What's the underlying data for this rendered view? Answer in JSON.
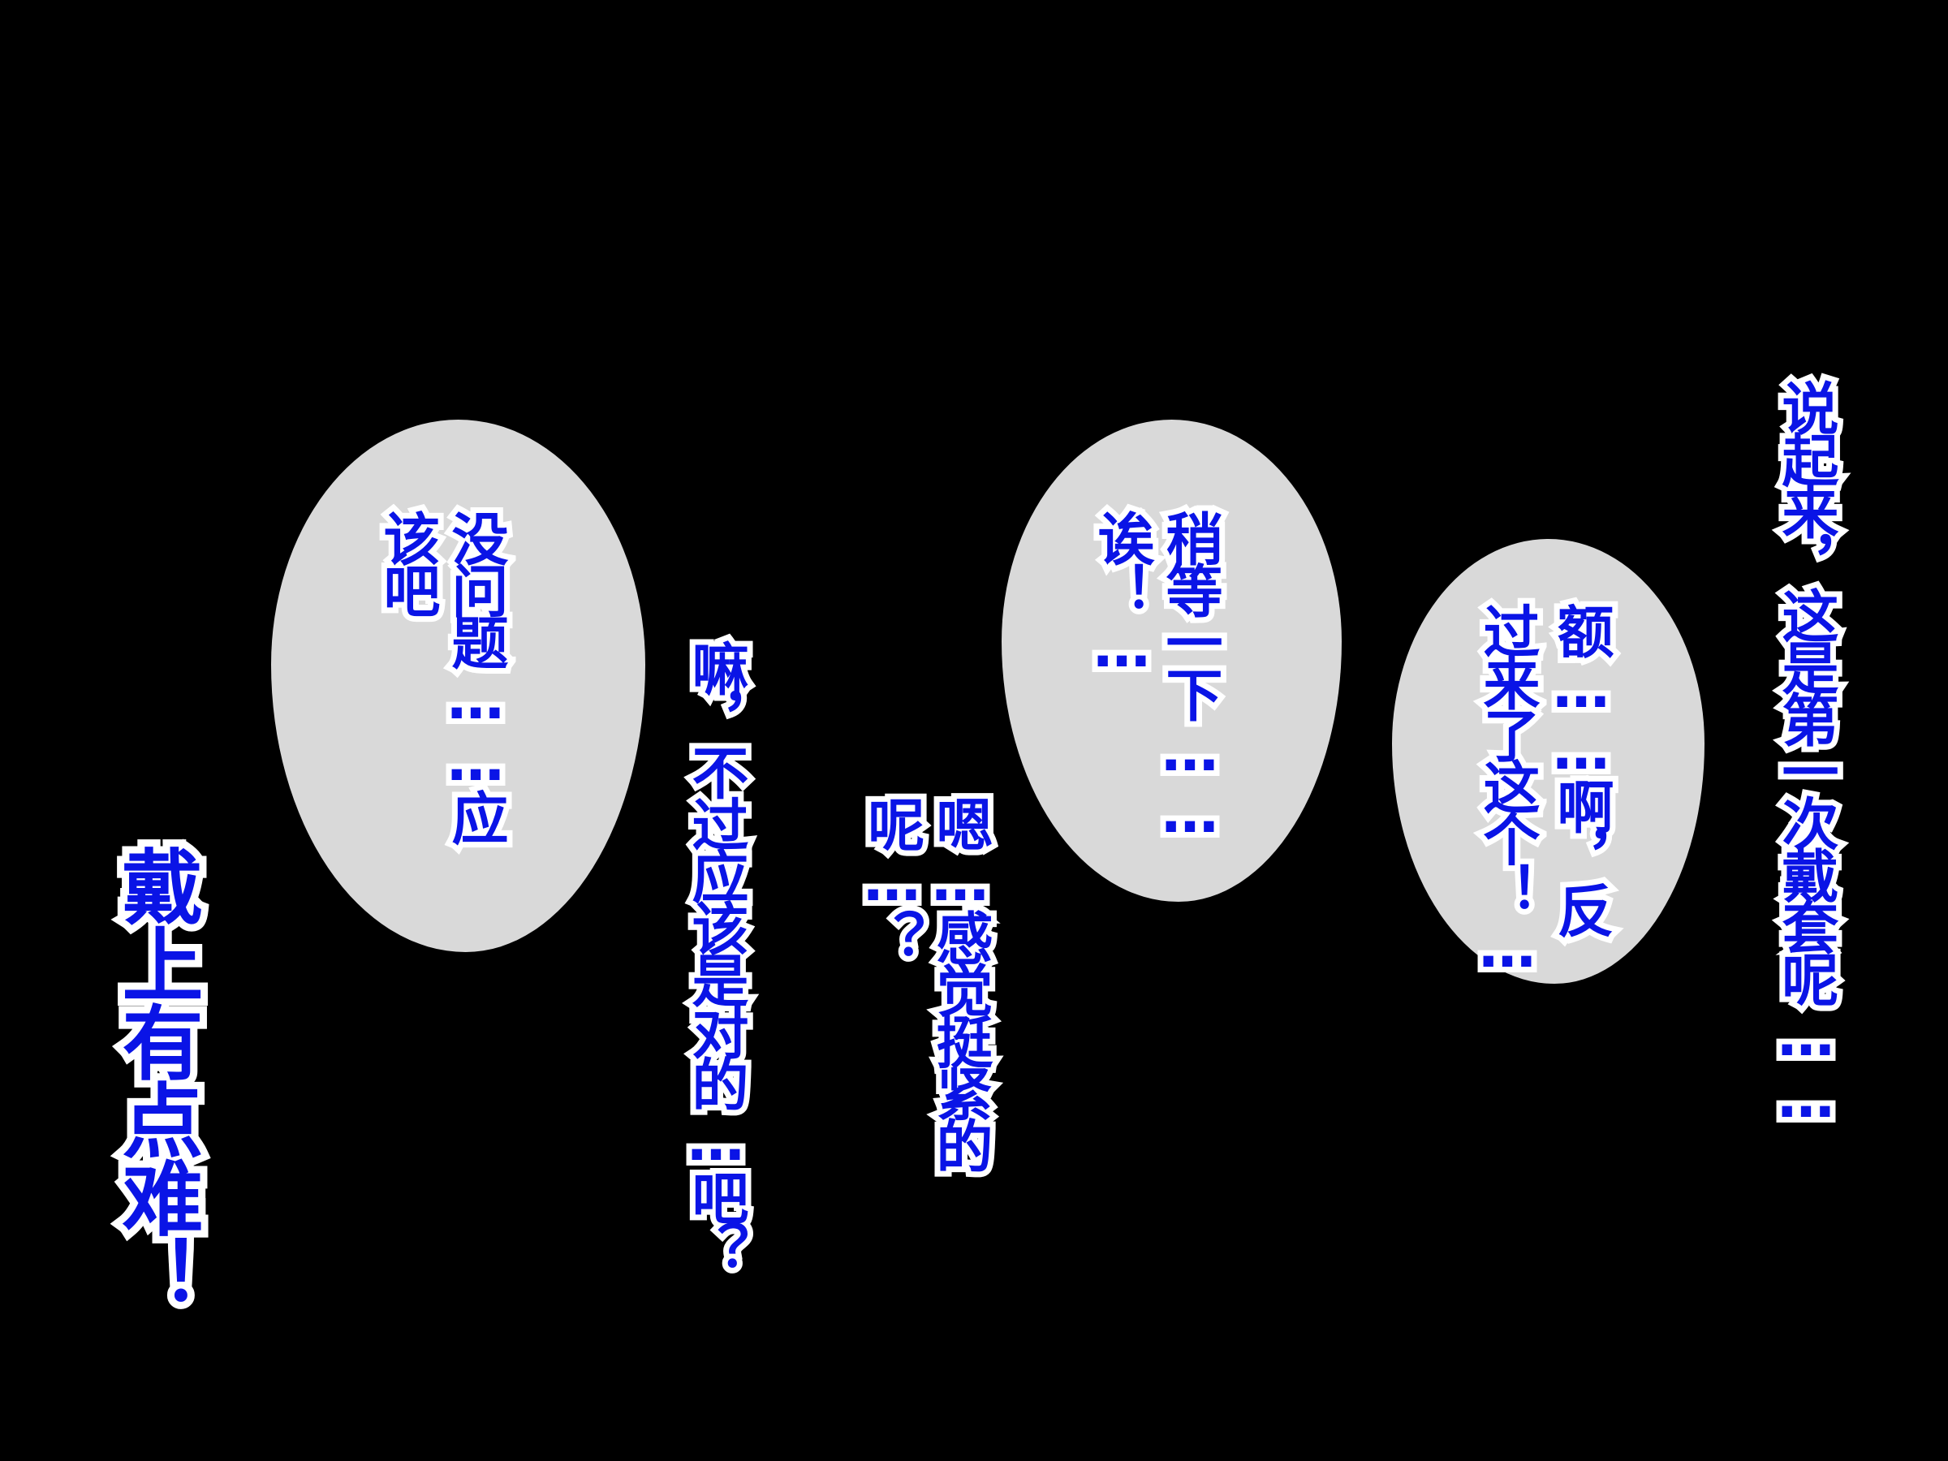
{
  "colors": {
    "text": "#0a14e6",
    "outline": "#ffffff",
    "bubble": "#d9d9d9",
    "background": "#000000"
  },
  "lines": {
    "right_caption": "说起来，这是第一次戴套呢……",
    "right_bubble_col1": "额……啊，反",
    "right_bubble_col2": "过来了这个！…",
    "middle_bubble_col1": "稍等一下……",
    "middle_bubble_col2": "诶！…",
    "mid_caption_col1": "嗯…感觉挺紧的",
    "mid_caption_col2": "呢…？",
    "center_caption": "嘛，不过应该是对的…吧？",
    "left_bubble_col1": "没问题……应",
    "left_bubble_col2": "该吧",
    "left_caption": "戴上有点难！"
  }
}
